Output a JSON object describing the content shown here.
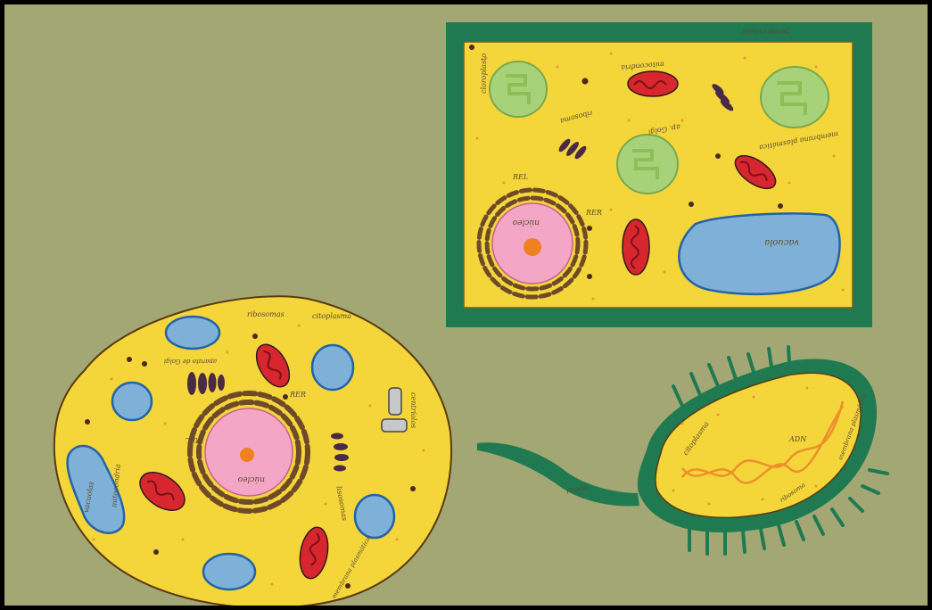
{
  "photo": {
    "subject": "Paper cut-out models of an animal cell, a plant cell and a bacterium on a green table",
    "colors": {
      "table": "#a3a774",
      "frame": "#000000",
      "cytoplasm_yellow": "#f4d63b",
      "plant_border_green": "#1f7a52",
      "nucleus_pink": "#f4a6c6",
      "nucleolus_orange": "#f08020",
      "vacuole_blue": "#7fb1d8",
      "chloroplast_green": "#a8d27a",
      "mitochondria_red": "#d8262e",
      "er_brown": "#6e4a28"
    }
  },
  "plant_cell": {
    "labels": {
      "nucleus": "núcleo",
      "vacuole": "vacuola",
      "chloroplast": "cloroplasto",
      "ribosome": "ribosoma",
      "cell_wall": "pared celular",
      "membrane": "membrana plasmática",
      "golgi": "ap. Golgi",
      "mitochondria": "mitocondria",
      "rer": "RER",
      "ser": "REL"
    }
  },
  "animal_cell": {
    "labels": {
      "nucleus": "núcleo",
      "cytoplasm": "citoplasma",
      "ribosomes": "ribosomas",
      "golgi": "aparato de Golgi",
      "centrioles": "centríolos",
      "mitochondria": "mitocondria",
      "vacuoles": "vacuolas",
      "lysosomes": "lisosomas",
      "membrane": "membrana plasmática",
      "rer": "RER",
      "ser": "REL"
    }
  },
  "bacterium": {
    "labels": {
      "flagellum": "flagelo",
      "cytoplasm": "citoplasma",
      "dna": "ADN",
      "membrane": "membrana plasmática",
      "ribosome": "ribosoma"
    }
  }
}
